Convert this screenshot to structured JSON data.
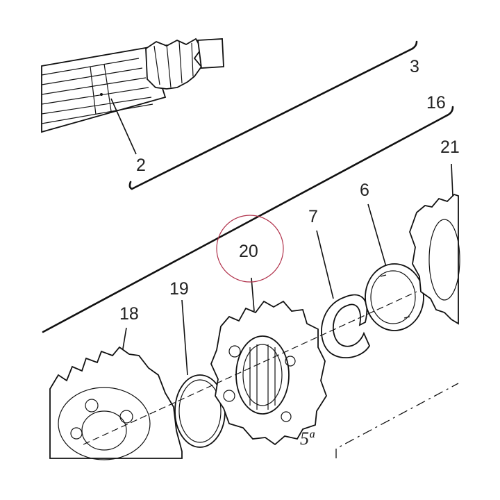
{
  "callouts": {
    "c2": "2",
    "c3": "3",
    "c16": "16",
    "c21": "21",
    "c7": "7",
    "c6": "6",
    "c20": "20",
    "c19": "19",
    "c18": "18"
  },
  "page_mark": "5ª",
  "highlight_color": "#b0304a"
}
